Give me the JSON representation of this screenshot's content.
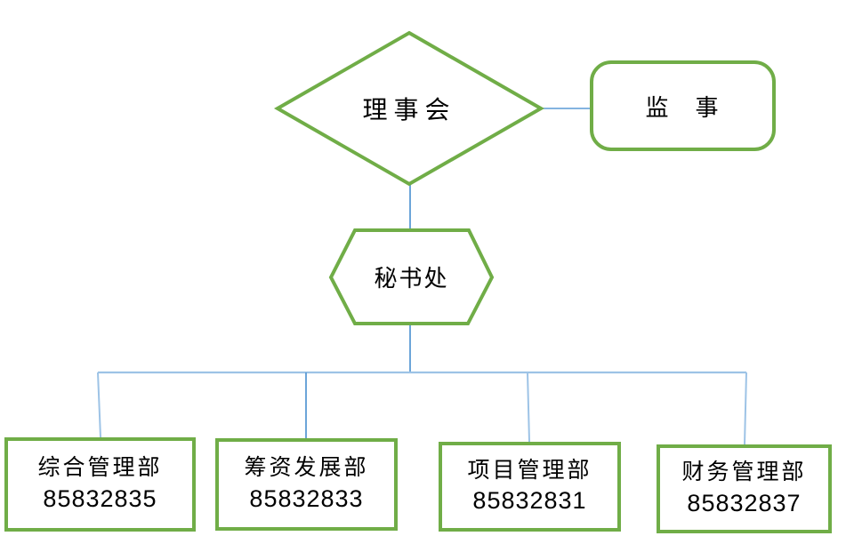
{
  "diagram": {
    "type": "org-chart-flowchart",
    "board": {
      "label": "理事会",
      "shape": "diamond"
    },
    "supervisor": {
      "label": "监　事",
      "shape": "rounded-rectangle"
    },
    "secretariat": {
      "label": "秘书处",
      "shape": "hexagon"
    },
    "departments": [
      {
        "name": "综合管理部",
        "phone": "85832835"
      },
      {
        "name": "筹资发展部",
        "phone": "85832833"
      },
      {
        "name": "项目管理部",
        "phone": "85832831"
      },
      {
        "name": "财务管理部",
        "phone": "85832837"
      }
    ],
    "colors": {
      "shape_border": "#70AD47",
      "connector": "#5B9BD5",
      "connector_light": "#9DC3E6",
      "text": "#000000",
      "background": "#FFFFFF"
    }
  }
}
